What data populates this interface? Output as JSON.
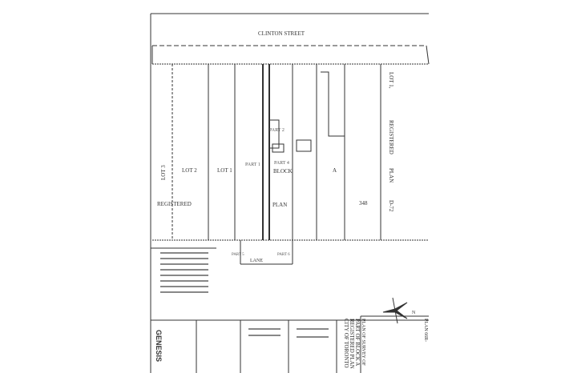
{
  "plan": {
    "street": "CLINTON STREET",
    "lane": "LANE",
    "lots": {
      "lot3": "LOT 3",
      "lot2": "LOT 2",
      "lot1": "LOT 1",
      "lot1_right": "LOT 1,"
    },
    "parts": {
      "part1": "PART 1",
      "part2": "PART 2",
      "part4": "PART 4",
      "part5": "PART 5",
      "part6": "PART 6"
    },
    "block": "BLOCK",
    "block_letter": "A",
    "registered": "REGISTERED",
    "plan_word": "PLAN",
    "plan_number": "348",
    "registered_right": "REGISTERED",
    "plan_right": "PLAN",
    "d72": "D-72",
    "north": "N"
  },
  "title_block": {
    "title_lines": [
      "PLAN OF SURVEY OF",
      "PART OF BLOCK A",
      "REGISTERED PLAN",
      "CITY OF TORONTO"
    ],
    "plan_ref": "PLAN 66R-",
    "company": "GENESIS"
  }
}
